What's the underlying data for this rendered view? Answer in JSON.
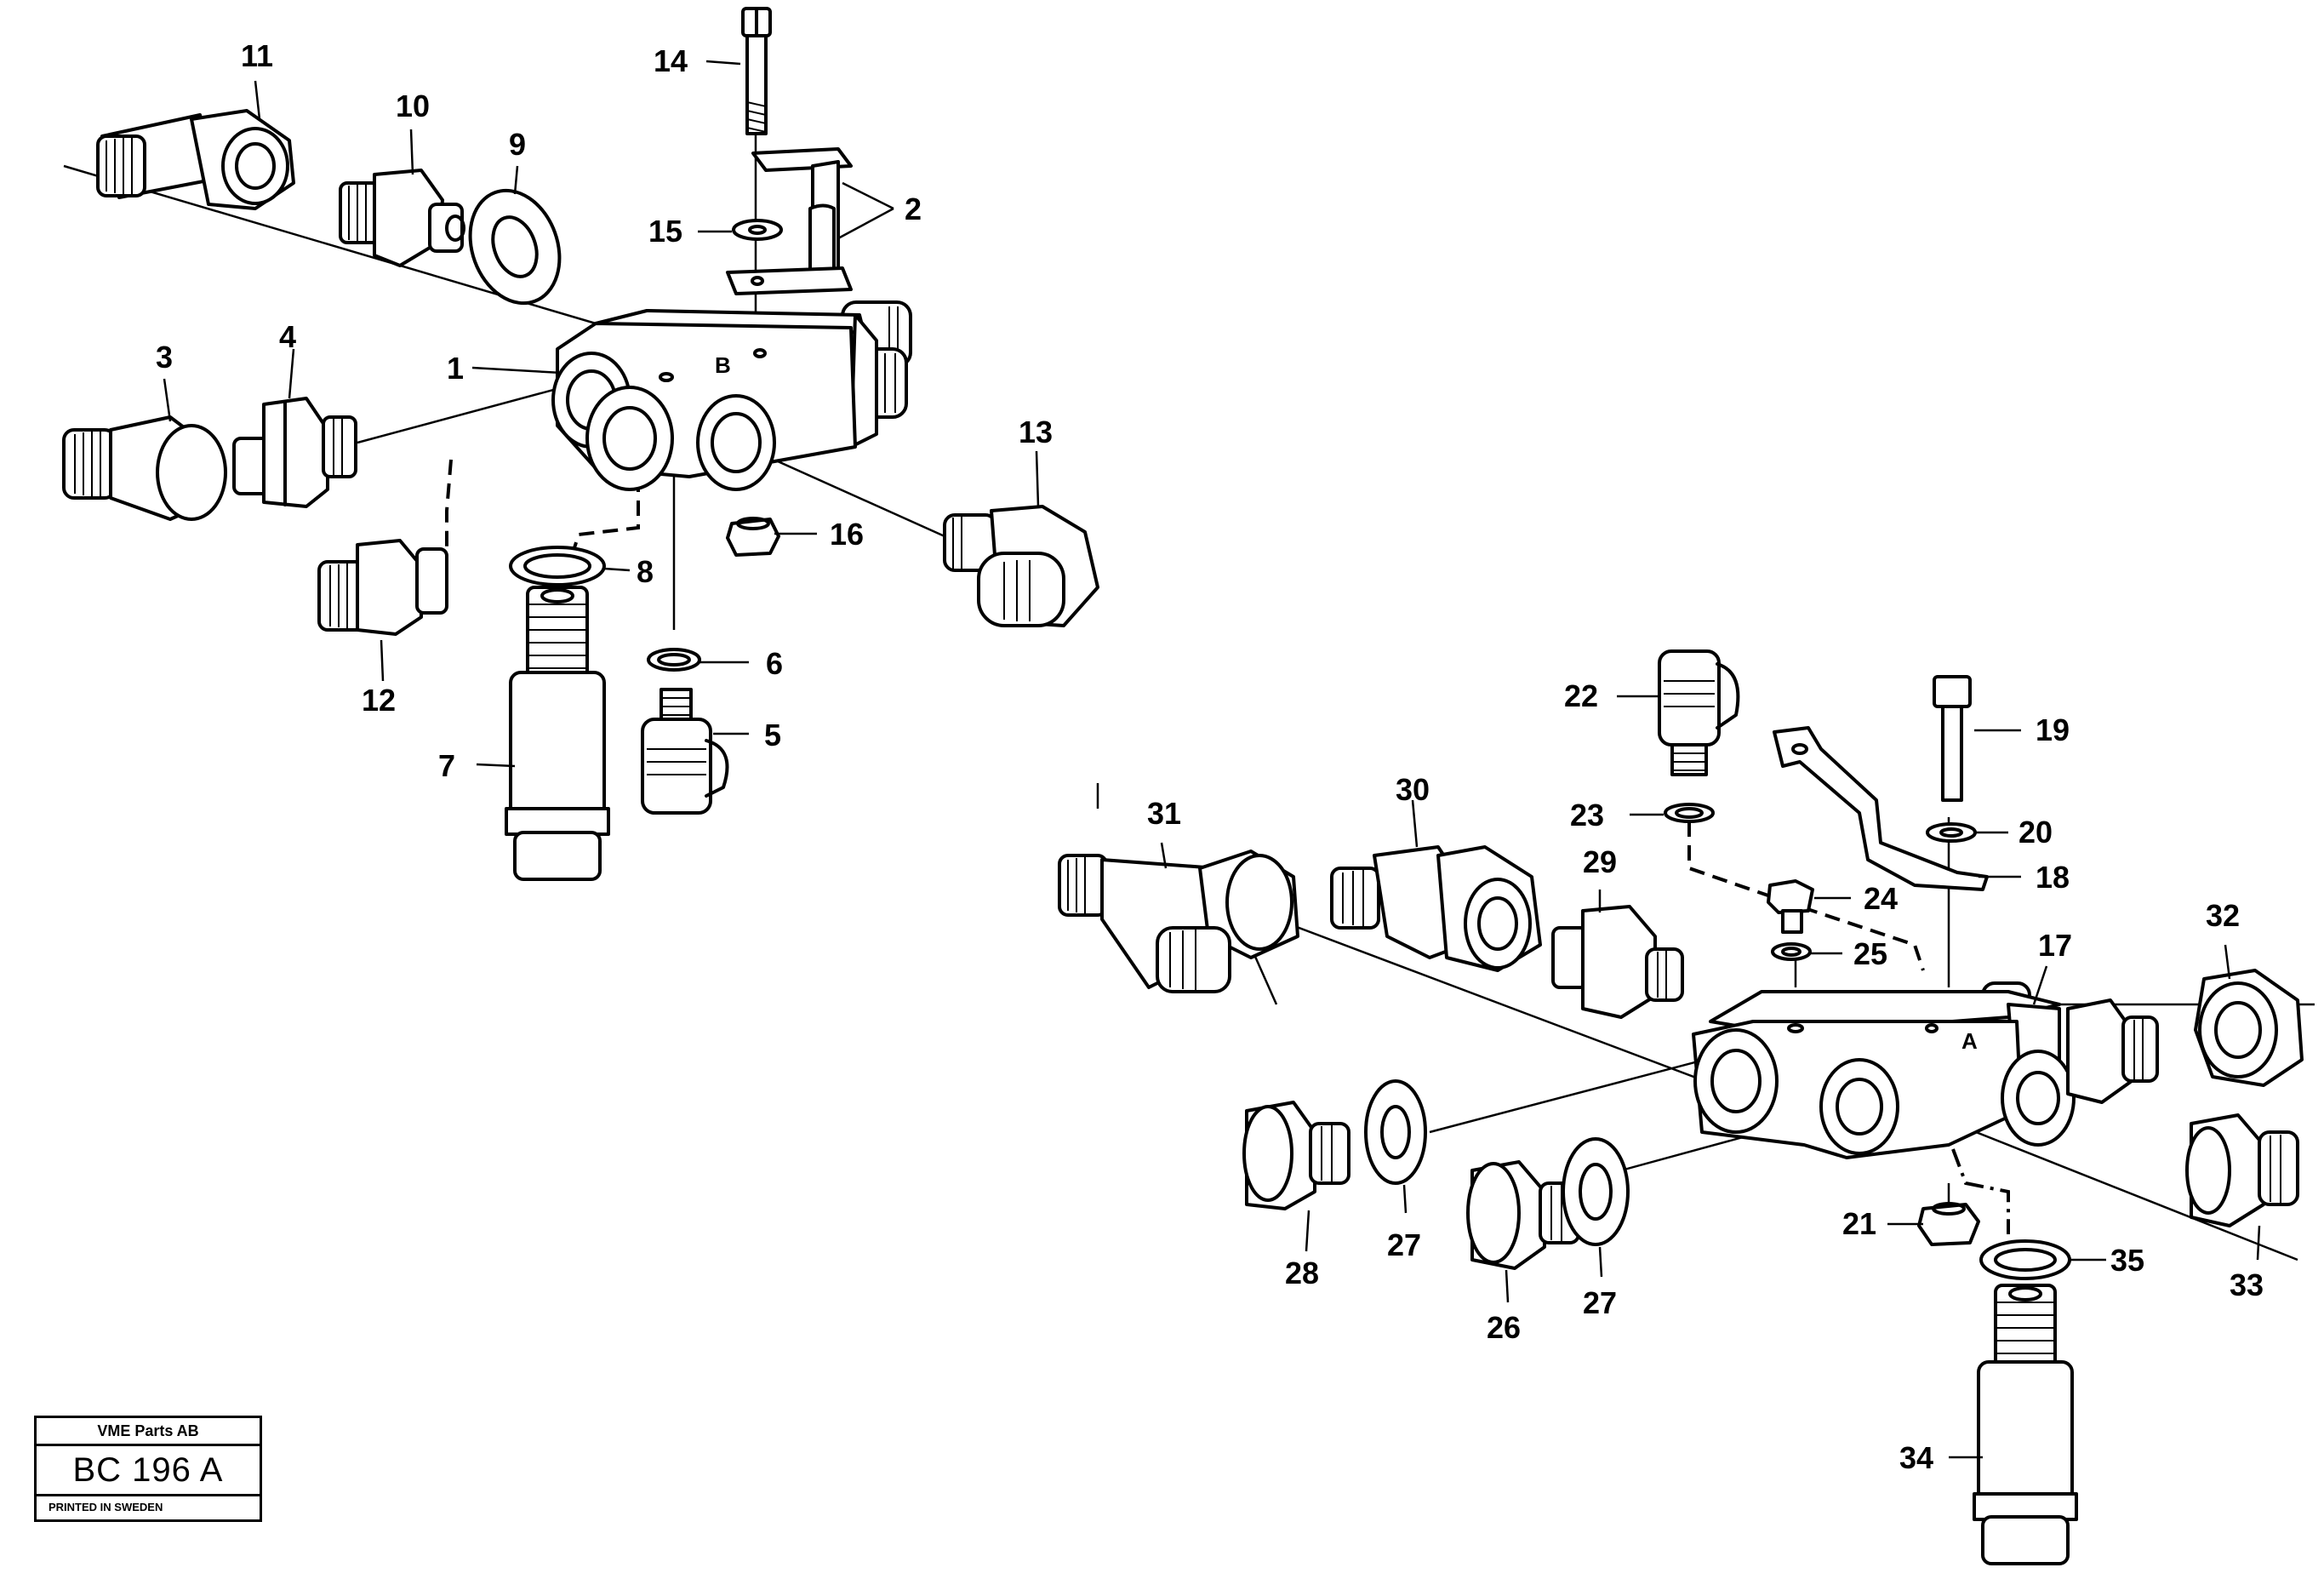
{
  "title_block": {
    "company": "VME Parts AB",
    "drawing_code": "BC 196 A",
    "printed": "PRINTED IN SWEDEN"
  },
  "valve_markings": {
    "upper": "B",
    "lower": "A"
  },
  "callouts": [
    {
      "id": "c11",
      "text": "11"
    },
    {
      "id": "c10",
      "text": "10"
    },
    {
      "id": "c9",
      "text": "9"
    },
    {
      "id": "c14",
      "text": "14"
    },
    {
      "id": "c2",
      "text": "2"
    },
    {
      "id": "c15",
      "text": "15"
    },
    {
      "id": "c3",
      "text": "3"
    },
    {
      "id": "c4",
      "text": "4"
    },
    {
      "id": "c1",
      "text": "1"
    },
    {
      "id": "c13",
      "text": "13"
    },
    {
      "id": "c16",
      "text": "16"
    },
    {
      "id": "c8",
      "text": "8"
    },
    {
      "id": "c12",
      "text": "12"
    },
    {
      "id": "c6",
      "text": "6"
    },
    {
      "id": "c5",
      "text": "5"
    },
    {
      "id": "c7",
      "text": "7"
    },
    {
      "id": "c22",
      "text": "22"
    },
    {
      "id": "c19",
      "text": "19"
    },
    {
      "id": "c23",
      "text": "23"
    },
    {
      "id": "c20",
      "text": "20"
    },
    {
      "id": "c31",
      "text": "31"
    },
    {
      "id": "c30",
      "text": "30"
    },
    {
      "id": "c29",
      "text": "29"
    },
    {
      "id": "c24",
      "text": "24"
    },
    {
      "id": "c18",
      "text": "18"
    },
    {
      "id": "c32",
      "text": "32"
    },
    {
      "id": "c17",
      "text": "17"
    },
    {
      "id": "c25",
      "text": "25"
    },
    {
      "id": "c21",
      "text": "21"
    },
    {
      "id": "c35",
      "text": "35"
    },
    {
      "id": "c33",
      "text": "33"
    },
    {
      "id": "c28",
      "text": "28"
    },
    {
      "id": "c27a",
      "text": "27"
    },
    {
      "id": "c26",
      "text": "26"
    },
    {
      "id": "c27b",
      "text": "27"
    },
    {
      "id": "c34",
      "text": "34"
    }
  ]
}
